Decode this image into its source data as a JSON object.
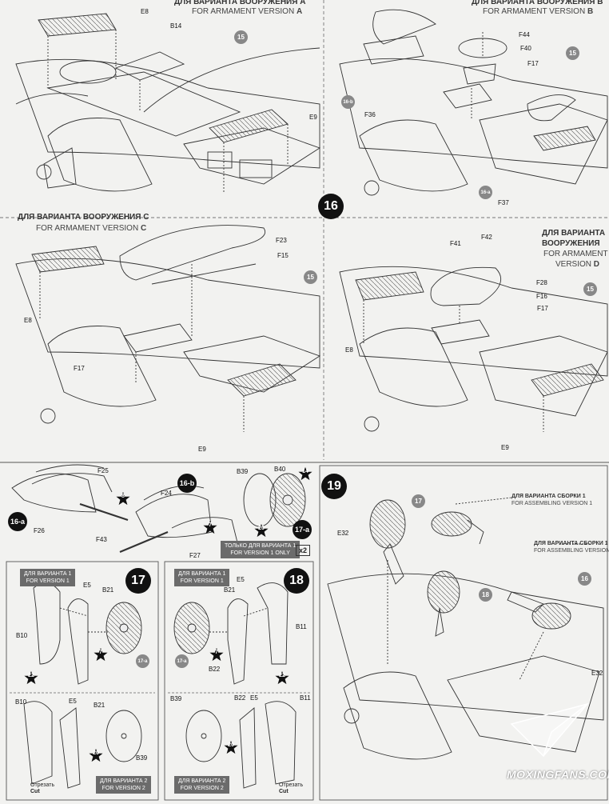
{
  "step_numbers": {
    "s16": "16",
    "s17": "17",
    "s18": "18",
    "s19": "19"
  },
  "panels": {
    "a": {
      "title_ru": "ДЛЯ ВАРИАНТА ВООРУЖЕНИЯ А",
      "title_en_prefix": "FOR ARMAMENT VERSION ",
      "title_en_letter": "A"
    },
    "b": {
      "title_ru": "ДЛЯ ВАРИАНТА ВООРУЖЕНИЯ В",
      "title_en_prefix": "FOR ARMAMENT VERSION ",
      "title_en_letter": "B"
    },
    "c": {
      "title_ru": "ДЛЯ ВАРИАНТА ВООРУЖЕНИЯ С",
      "title_en_prefix": "FOR ARMAMENT VERSION ",
      "title_en_letter": "C"
    },
    "d": {
      "title_ru_1": "ДЛЯ ВАРИАНТА",
      "title_ru_2": "ВООРУЖЕНИЯ",
      "title_en_1": "FOR ARMAMENT",
      "title_en_2": "VERSION ",
      "title_en_letter": "D"
    }
  },
  "part_labels": {
    "E8": "E8",
    "B14": "B14",
    "E9": "E9",
    "F44": "F44",
    "F40": "F40",
    "F17": "F17",
    "F36": "F36",
    "F37": "F37",
    "F23": "F23",
    "F15": "F15",
    "F41": "F41",
    "F42": "F42",
    "F28": "F28",
    "F16": "F16",
    "F25": "F25",
    "F24": "F24",
    "F26": "F26",
    "F43": "F43",
    "F27": "F27",
    "B39": "B39",
    "B40": "B40",
    "E5": "E5",
    "B21": "B21",
    "B10": "B10",
    "B11": "B11",
    "B22": "B22",
    "E32": "E32"
  },
  "gray_badges": {
    "b15": "15",
    "b16": "16",
    "b16a": "16-а",
    "b16b": "16-b",
    "b17": "17",
    "b17a": "17-а",
    "b18": "18"
  },
  "star_numbers": {
    "st7": "7",
    "st8": "8",
    "st14": "14",
    "st20": "20",
    "st22": "22"
  },
  "only_v1": {
    "ru": "ТОЛЬКО ДЛЯ ВАРИАНТА 1",
    "en": "FOR VERSION 1 ONLY"
  },
  "x2": "x2",
  "version_tags": {
    "v1_ru": "ДЛЯ ВАРИАНТА 1",
    "v1_en": "FOR VERSION 1",
    "v2_ru": "ДЛЯ ВАРИАНТА 2",
    "v2_en": "FOR VERSION 2"
  },
  "cut": {
    "ru": "Отрезать",
    "en": "Cut"
  },
  "assembly": {
    "ru": "ДЛЯ ВАРИАНТА СБОРКИ 1",
    "en": "FOR ASSEMBLING VERSION 1"
  },
  "watermark": "MOXINGFANS.COM"
}
